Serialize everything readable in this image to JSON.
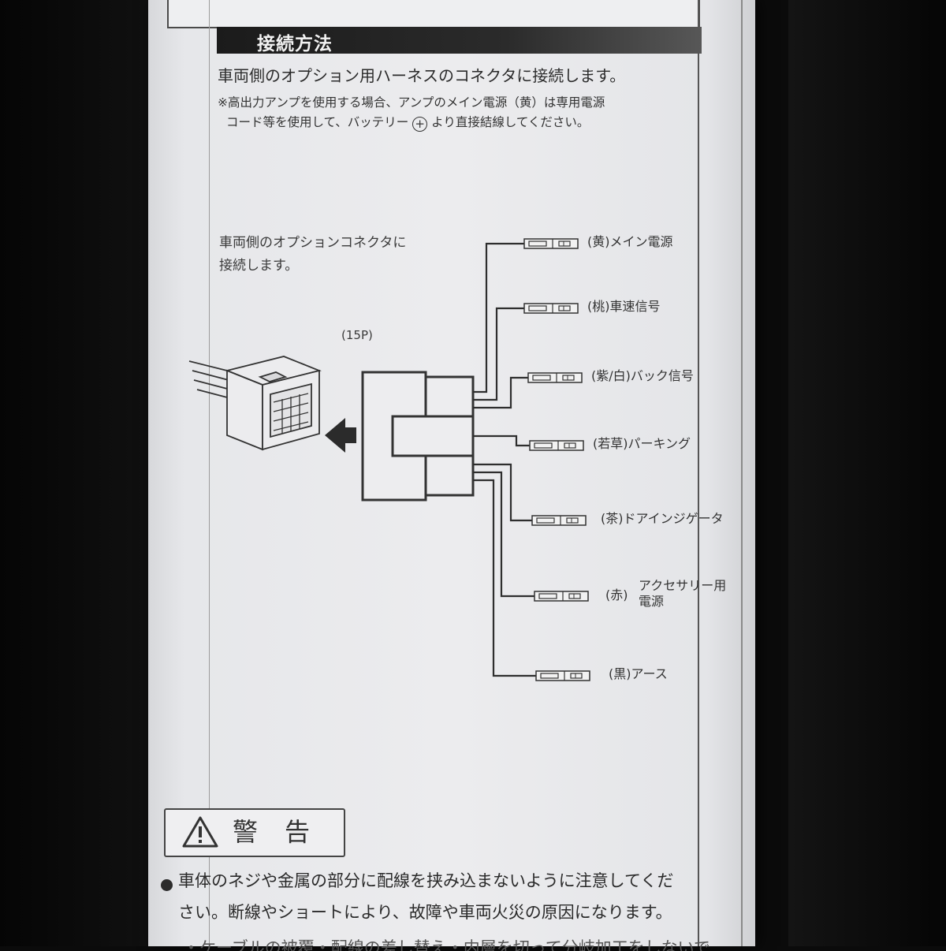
{
  "section": {
    "title": "接続方法"
  },
  "lead": "車両側のオプション用ハーネスのコネクタに接続します。",
  "notes": {
    "line1": "※高出力アンプを使用する場合、アンプのメイン電源（黄）は専用電源",
    "line2_pre": "コード等を使用して、バッテリー",
    "plus": "+",
    "line2_post": "より直接結線してください。"
  },
  "diagram": {
    "connector_note_1": "車両側のオプションコネクタに",
    "connector_note_2": "接続します。",
    "pins": "(15P)",
    "wires": [
      {
        "label": "(黄)メイン電源"
      },
      {
        "label": "(桃)車速信号"
      },
      {
        "label": "(紫/白)バック信号"
      },
      {
        "label": "(若草)パーキング"
      },
      {
        "label": "(茶)ドアインジゲータ"
      },
      {
        "label_1": "(赤)",
        "label_2": "アクセサリー用",
        "label_3": "電源"
      },
      {
        "label": "(黒)アース"
      }
    ]
  },
  "warning": {
    "title": "警告",
    "line1": "車体のネジや金属の部分に配線を挟み込まないように注意してくだ",
    "line2": "さい。断線やショートにより、故障や車両火災の原因になります。",
    "line3": "・ケーブルの被覆・配線の差し替え・内層を切って分岐加工をしないで"
  }
}
